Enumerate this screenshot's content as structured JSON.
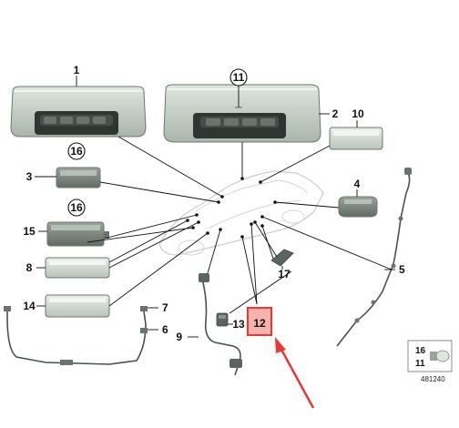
{
  "diagram": {
    "callouts": {
      "p1": "1",
      "p2": "2",
      "p3": "3",
      "p4": "4",
      "p5": "5",
      "p6": "6",
      "p7": "7",
      "p8": "8",
      "p9": "9",
      "p10": "10",
      "p11": "11",
      "p12": "12",
      "p13": "13",
      "p14": "14",
      "p15": "15",
      "p16a": "16",
      "p16b": "16",
      "p17": "17"
    },
    "legend": {
      "top": "16",
      "bottom": "11"
    },
    "reference_number": "481240",
    "highlight": {
      "part": "12",
      "color": "#e53935"
    }
  }
}
